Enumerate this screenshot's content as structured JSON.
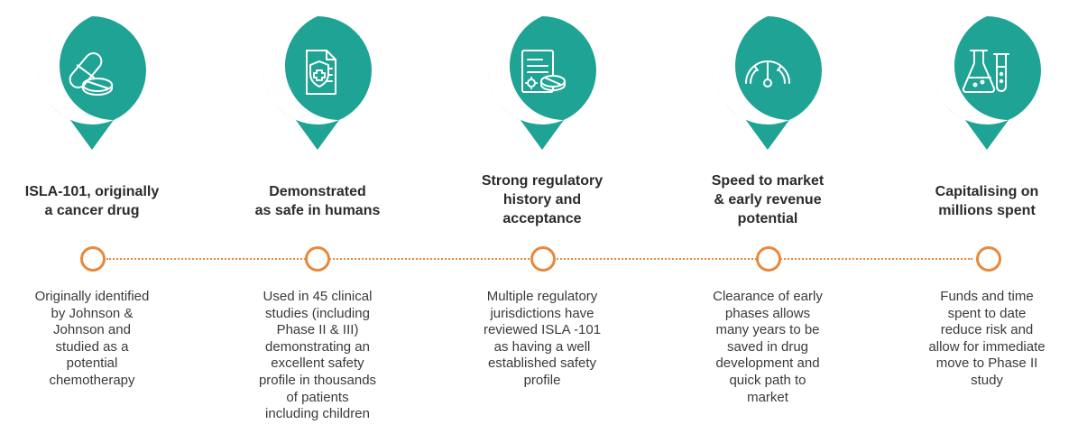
{
  "colors": {
    "teal": "#1fa394",
    "teal_dark": "#168b7e",
    "accent_orange": "#e8883a",
    "text": "#333333"
  },
  "steps": [
    {
      "icon": "pills-icon",
      "title": "ISLA-101, originally\na cancer drug",
      "description": "Originally identified\nby Johnson &\nJohnson and\nstudied as a\npotential\nchemotherapy"
    },
    {
      "icon": "shield-document-icon",
      "title": "Demonstrated\nas safe in humans",
      "description": "Used in 45 clinical\nstudies (including\nPhase II & III)\ndemonstrating an\nexcellent safety\nprofile in thousands\nof patients\nincluding children"
    },
    {
      "icon": "certificate-pill-icon",
      "title": "Strong regulatory\nhistory and\nacceptance",
      "description": "Multiple regulatory\njurisdictions have\nreviewed ISLA -101\nas having a well\nestablished safety\nprofile"
    },
    {
      "icon": "speedometer-icon",
      "title": "Speed to market\n& early revenue\npotential",
      "description": "Clearance of early\nphases allows\nmany years to be\nsaved in drug\ndevelopment and\nquick path to\nmarket"
    },
    {
      "icon": "lab-flask-icon",
      "title": "Capitalising on\nmillions spent",
      "description": "Funds and time\nspent to date\nreduce risk and\nallow for immediate\nmove to Phase II\nstudy"
    }
  ]
}
